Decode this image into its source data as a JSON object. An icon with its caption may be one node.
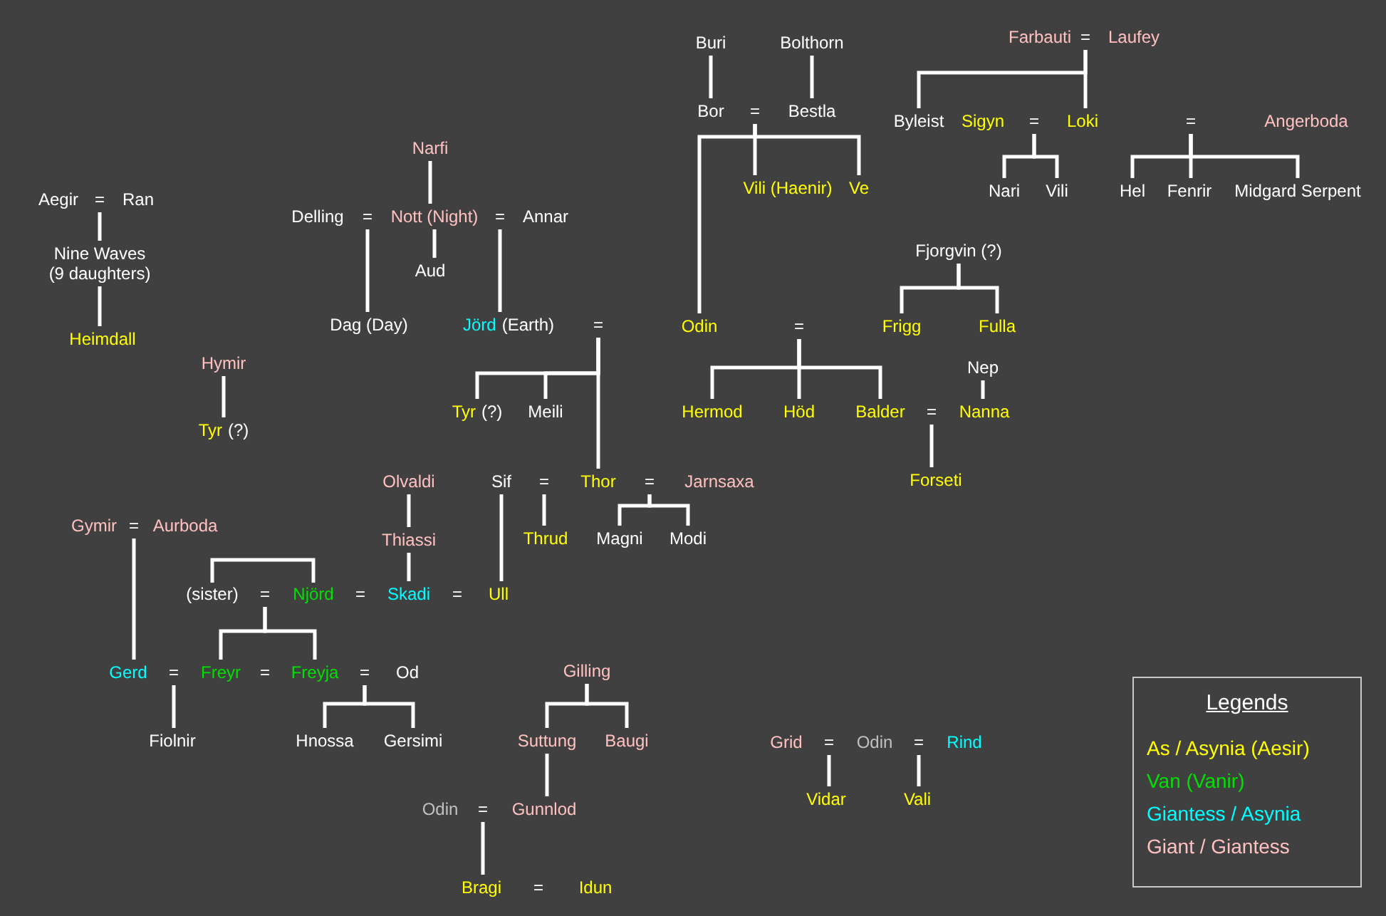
{
  "diagram": {
    "nodes": [
      {
        "text": [
          "Buri"
        ]
      },
      {
        "text": [
          "Bolthorn"
        ]
      },
      {
        "text": [
          "Farbauti"
        ]
      },
      {
        "text": [
          "="
        ]
      },
      {
        "text": [
          "Laufey"
        ]
      },
      {
        "text": [
          "Bor"
        ]
      },
      {
        "text": [
          "="
        ]
      },
      {
        "text": [
          "Bestla"
        ]
      },
      {
        "text": [
          "Byleist"
        ]
      },
      {
        "text": [
          "Sigyn"
        ]
      },
      {
        "text": [
          "="
        ]
      },
      {
        "text": [
          "Loki"
        ]
      },
      {
        "text": [
          "="
        ]
      },
      {
        "text": [
          "Angerboda"
        ]
      },
      {
        "text": [
          "Narfi"
        ]
      },
      {
        "text": [
          "Vili (Haenir)"
        ]
      },
      {
        "text": [
          "Ve"
        ]
      },
      {
        "text": [
          "Nari"
        ]
      },
      {
        "text": [
          "Vili"
        ]
      },
      {
        "text": [
          "Hel"
        ]
      },
      {
        "text": [
          "Fenrir"
        ]
      },
      {
        "text": [
          "Midgard Serpent"
        ]
      },
      {
        "text": [
          "Aegir"
        ]
      },
      {
        "text": [
          "="
        ]
      },
      {
        "text": [
          "Ran"
        ]
      },
      {
        "text": [
          "Delling"
        ]
      },
      {
        "text": [
          "="
        ]
      },
      {
        "text": [
          "Nott (Night)"
        ]
      },
      {
        "text": [
          "="
        ]
      },
      {
        "text": [
          "Annar"
        ]
      },
      {
        "text": [
          "Fjorgvin (?)"
        ]
      },
      {
        "text": [
          "Nine Waves (9 daughters)"
        ]
      },
      {
        "text": [
          "Aud"
        ]
      },
      {
        "text": [
          "Dag (Day)"
        ]
      },
      {
        "text": [
          "Jörd",
          "(Earth)"
        ]
      },
      {
        "text": [
          "="
        ]
      },
      {
        "text": [
          "Odin"
        ]
      },
      {
        "text": [
          "="
        ]
      },
      {
        "text": [
          "Frigg"
        ]
      },
      {
        "text": [
          "Fulla"
        ]
      },
      {
        "text": [
          "Heimdall"
        ]
      },
      {
        "text": [
          "Hymir"
        ]
      },
      {
        "text": [
          "Nep"
        ]
      },
      {
        "text": [
          "Tyr",
          "(?)"
        ]
      },
      {
        "text": [
          "Meili"
        ]
      },
      {
        "text": [
          "Hermod"
        ]
      },
      {
        "text": [
          "Höd"
        ]
      },
      {
        "text": [
          "Balder"
        ]
      },
      {
        "text": [
          "="
        ]
      },
      {
        "text": [
          "Nanna"
        ]
      },
      {
        "text": [
          "Tyr",
          "(?)"
        ]
      },
      {
        "text": [
          "Olvaldi"
        ]
      },
      {
        "text": [
          "Sif"
        ]
      },
      {
        "text": [
          "="
        ]
      },
      {
        "text": [
          "Thor"
        ]
      },
      {
        "text": [
          "="
        ]
      },
      {
        "text": [
          "Jarnsaxa"
        ]
      },
      {
        "text": [
          "Forseti"
        ]
      },
      {
        "text": [
          "Gymir"
        ]
      },
      {
        "text": [
          "="
        ]
      },
      {
        "text": [
          "Aurboda"
        ]
      },
      {
        "text": [
          "Thiassi"
        ]
      },
      {
        "text": [
          "Thrud"
        ]
      },
      {
        "text": [
          "Magni"
        ]
      },
      {
        "text": [
          "Modi"
        ]
      },
      {
        "text": [
          "(sister)"
        ]
      },
      {
        "text": [
          "="
        ]
      },
      {
        "text": [
          "Njörd"
        ]
      },
      {
        "text": [
          "Skadi"
        ]
      },
      {
        "text": [
          "Ull"
        ]
      },
      {
        "text": [
          "Gilling"
        ]
      },
      {
        "text": [
          "Gerd"
        ]
      },
      {
        "text": [
          "="
        ]
      },
      {
        "text": [
          "Freyr"
        ]
      },
      {
        "text": [
          "Freyja"
        ]
      },
      {
        "text": [
          "="
        ]
      },
      {
        "text": [
          "Od"
        ]
      },
      {
        "text": [
          "Fiolnir"
        ]
      },
      {
        "text": [
          "Hnossa"
        ]
      },
      {
        "text": [
          "Gersimi"
        ]
      },
      {
        "text": [
          "Suttung"
        ]
      },
      {
        "text": [
          "Baugi"
        ]
      },
      {
        "text": [
          "Grid"
        ]
      },
      {
        "text": [
          "="
        ]
      },
      {
        "text": [
          "Odin"
        ]
      },
      {
        "text": [
          "="
        ]
      },
      {
        "text": [
          "Rind"
        ]
      },
      {
        "text": [
          "Vidar"
        ]
      },
      {
        "text": [
          "Vali"
        ]
      },
      {
        "text": [
          "Odin"
        ]
      },
      {
        "text": [
          "="
        ]
      },
      {
        "text": [
          "Gunnlod"
        ]
      },
      {
        "text": [
          "Bragi"
        ]
      },
      {
        "text": [
          "Idun"
        ]
      }
    ],
    "edges": [
      {
        "from": 0,
        "to": 5,
        "arrow": "none"
      },
      {
        "from": 1,
        "to": 7,
        "arrow": "none"
      },
      {
        "from": 3,
        "to": 8,
        "arrow": "none"
      },
      {
        "from": 3,
        "to": 11,
        "arrow": "none"
      },
      {
        "from": 6,
        "to": 36,
        "arrow": "none"
      },
      {
        "from": 6,
        "to": 15,
        "arrow": "none"
      },
      {
        "from": 6,
        "to": 16,
        "arrow": "none"
      },
      {
        "from": 10,
        "to": 17,
        "arrow": "none"
      },
      {
        "from": 10,
        "to": 18,
        "arrow": "none"
      },
      {
        "from": 12,
        "to": 19,
        "arrow": "none"
      },
      {
        "from": 12,
        "to": 20,
        "arrow": "none"
      },
      {
        "from": 12,
        "to": 21,
        "arrow": "none"
      },
      {
        "from": 14,
        "to": 27,
        "arrow": "none"
      },
      {
        "from": 23,
        "to": 31,
        "arrow": "none"
      },
      {
        "from": 31,
        "to": 40,
        "arrow": "none"
      },
      {
        "from": 26,
        "to": 33,
        "arrow": "none"
      },
      {
        "from": 27,
        "to": 32,
        "arrow": "none"
      },
      {
        "from": 28,
        "to": 34,
        "arrow": "none"
      },
      {
        "from": 35,
        "to": 43,
        "arrow": "none"
      },
      {
        "from": 35,
        "to": 44,
        "arrow": "none"
      },
      {
        "from": 35,
        "to": 54,
        "arrow": "none"
      },
      {
        "from": 30,
        "to": 38,
        "arrow": "none"
      },
      {
        "from": 30,
        "to": 39,
        "arrow": "none"
      },
      {
        "from": 37,
        "to": 45,
        "arrow": "none"
      },
      {
        "from": 37,
        "to": 46,
        "arrow": "none"
      },
      {
        "from": 37,
        "to": 47,
        "arrow": "none"
      },
      {
        "from": 42,
        "to": 49,
        "arrow": "none"
      },
      {
        "from": 48,
        "to": 57,
        "arrow": "none"
      },
      {
        "from": 41,
        "to": 50,
        "arrow": "none"
      },
      {
        "from": 51,
        "to": 61,
        "arrow": "none"
      },
      {
        "from": 61,
        "to": 68,
        "arrow": "none"
      },
      {
        "from": 52,
        "to": 69,
        "arrow": "none"
      },
      {
        "from": 53,
        "to": 62,
        "arrow": "none"
      },
      {
        "from": 55,
        "to": 63,
        "arrow": "none"
      },
      {
        "from": 55,
        "to": 64,
        "arrow": "none"
      },
      {
        "from": 59,
        "to": 71,
        "arrow": "none"
      },
      {
        "from": 65,
        "to": 67,
        "arrow": "none"
      },
      {
        "from": 66,
        "to": 73,
        "arrow": "none"
      },
      {
        "from": 66,
        "to": 74,
        "arrow": "none"
      },
      {
        "from": 72,
        "to": 77,
        "arrow": "none"
      },
      {
        "from": 75,
        "to": 78,
        "arrow": "none"
      },
      {
        "from": 75,
        "to": 79,
        "arrow": "none"
      },
      {
        "from": 70,
        "to": 80,
        "arrow": "none"
      },
      {
        "from": 70,
        "to": 81,
        "arrow": "none"
      },
      {
        "from": 80,
        "to": 91,
        "arrow": "none"
      },
      {
        "from": 90,
        "to": 92,
        "arrow": "none"
      },
      {
        "from": 83,
        "to": 87,
        "arrow": "none"
      },
      {
        "from": 85,
        "to": 88,
        "arrow": "none"
      }
    ],
    "labels": [
      "=",
      "=",
      "=",
      "Legends",
      "="
    ],
    "legend": [
      {
        "text": "As / Asynia (Aesir)",
        "color": "#ffff00"
      },
      {
        "text": "Van (Vanir)",
        "color": "#00e000"
      },
      {
        "text": "Giantess / Asynia",
        "color": "#00ffff"
      },
      {
        "text": "Giant / Giantess",
        "color": "#ffc0c0"
      }
    ]
  }
}
